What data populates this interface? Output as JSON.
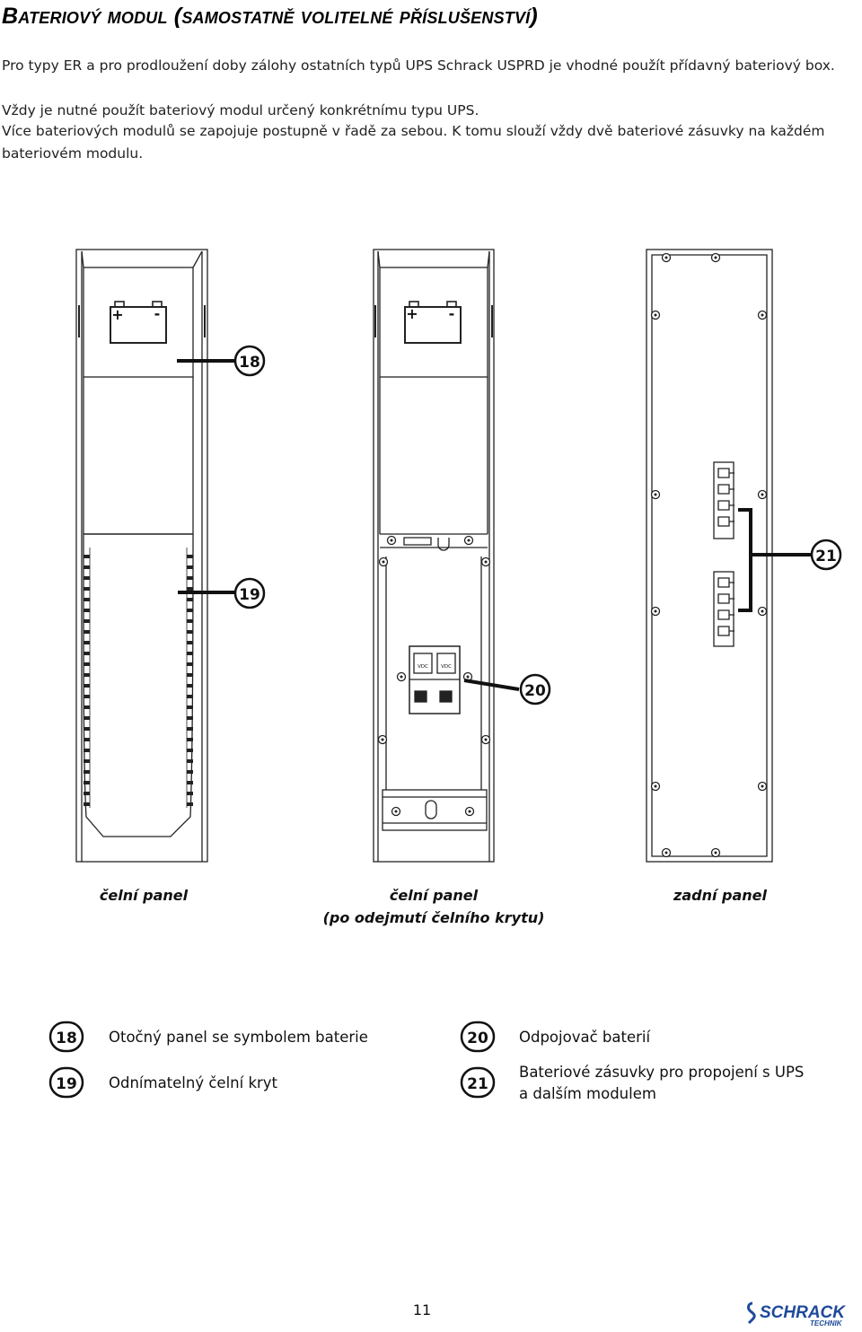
{
  "heading": "Bateriový modul (samostatně volitelné příslušenství)",
  "paragraphs": {
    "p1": "Pro typy ER a pro prodloužení doby zálohy ostatních typů UPS Schrack USPRD je vhodné použít přídavný bateriový box.",
    "p2": "Vždy je nutné použít bateriový modul určený konkrétnímu typu UPS.",
    "p3": "Více bateriových modulů se zapojuje postupně v řadě za sebou. K tomu slouží vždy dvě bateriové zásuvky na každém bateriovém modulu."
  },
  "figure": {
    "battery_plus": "+",
    "battery_minus": "-",
    "callouts": [
      "18",
      "19",
      "20",
      "21"
    ],
    "breaker_labels": [
      "VDC",
      "VDC"
    ],
    "captions": {
      "front": "čelní panel",
      "front_open_line1": "čelní panel",
      "front_open_line2": "(po odejmutí čelního krytu)",
      "rear": "zadní panel"
    }
  },
  "legend": [
    {
      "num": "18",
      "text": "Otočný panel se symbolem baterie"
    },
    {
      "num": "19",
      "text": "Odnímatelný čelní kryt"
    },
    {
      "num": "20",
      "text": "Odpojovač baterií"
    },
    {
      "num": "21",
      "line1": "Bateriové zásuvky pro propojení s UPS",
      "line2": "a dalším modulem"
    }
  ],
  "page_number": "11",
  "logo": {
    "name": "SCHRACK",
    "sub": "TECHNIK",
    "color": "#1e4a9a"
  }
}
